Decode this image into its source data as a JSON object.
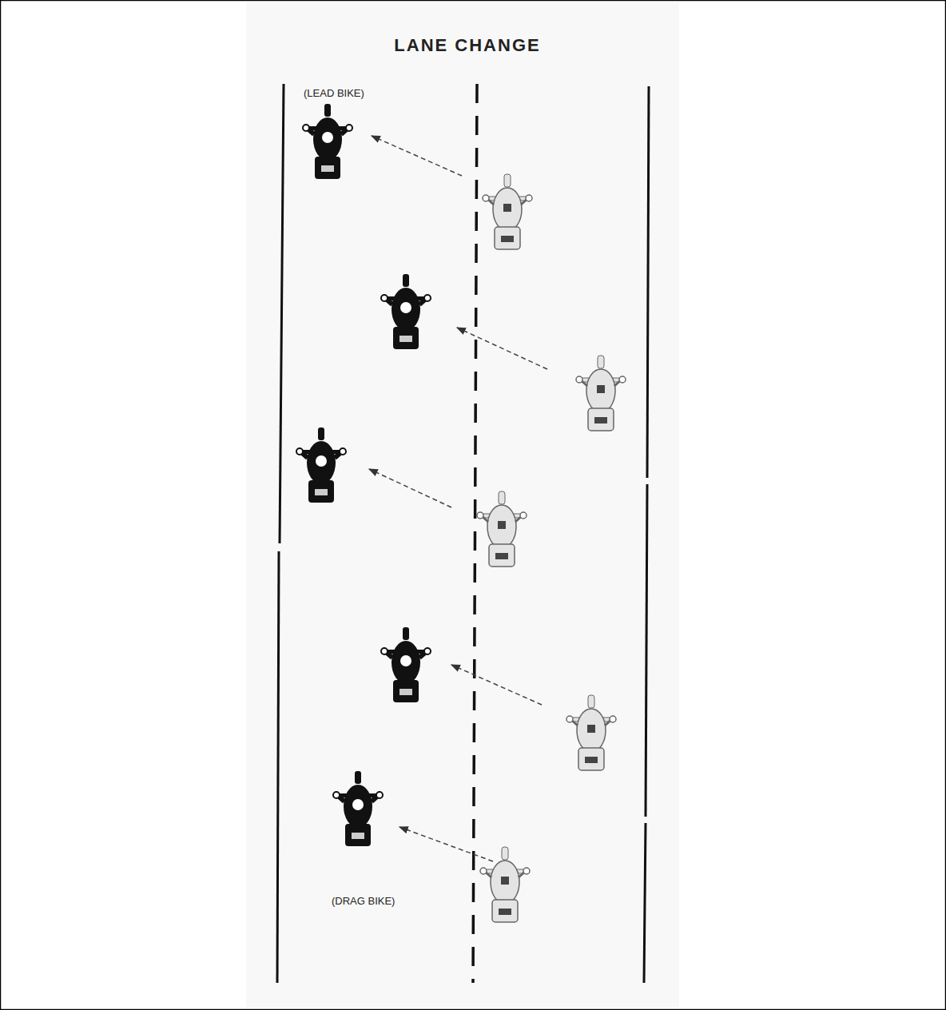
{
  "diagram": {
    "title": "LANE CHANGE",
    "labels": [
      "(LEAD BIKE)",
      "(DRAG BIKE)"
    ]
  }
}
